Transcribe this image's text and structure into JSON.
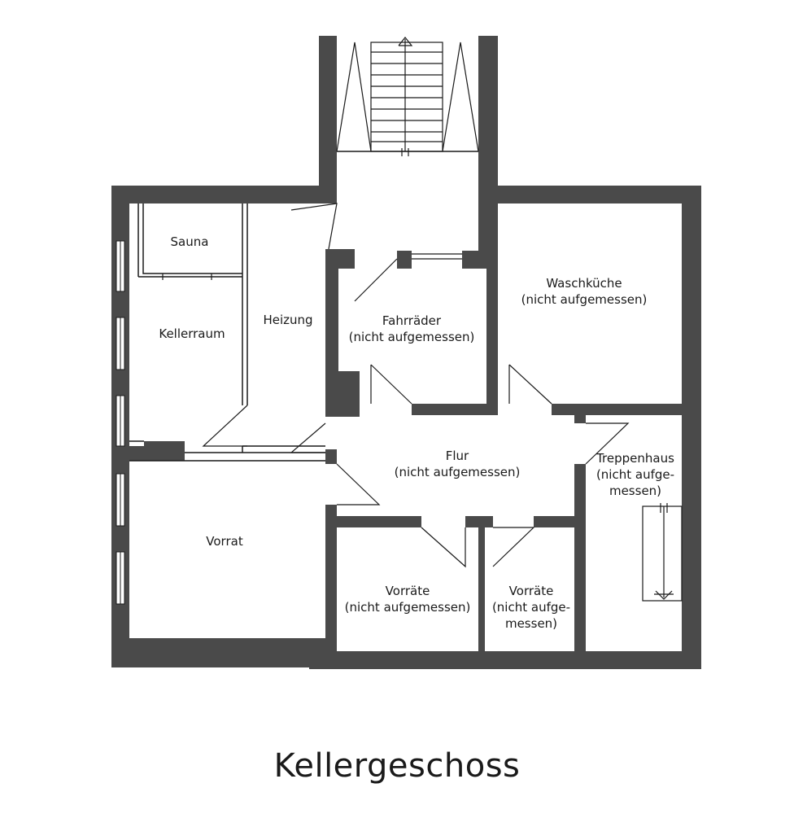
{
  "title": "Kellergeschoss",
  "colors": {
    "wall": "#4a4a4a",
    "line": "#1a1a1a",
    "background": "#ffffff"
  },
  "rooms": {
    "sauna": {
      "name": "Sauna"
    },
    "kellerraum": {
      "name": "Kellerraum"
    },
    "heizung": {
      "name": "Heizung"
    },
    "fahrraeder": {
      "name": "Fahrräder",
      "note": "(nicht aufgemessen)"
    },
    "waschkueche": {
      "name": "Waschküche",
      "note": "(nicht aufgemessen)"
    },
    "flur": {
      "name": "Flur",
      "note": "(nicht aufgemessen)"
    },
    "treppenhaus": {
      "name": "Treppenhaus",
      "note1": "(nicht aufge-",
      "note2": "messen)"
    },
    "vorrat": {
      "name": "Vorrat"
    },
    "vorraete1": {
      "name": "Vorräte",
      "note": "(nicht aufgemessen)"
    },
    "vorraete2": {
      "name": "Vorräte",
      "note1": "(nicht aufge-",
      "note2": "messen)"
    }
  }
}
